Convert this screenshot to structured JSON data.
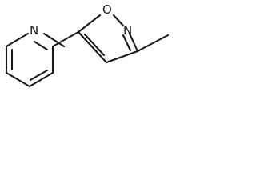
{
  "molecule": {
    "atoms": {
      "isoxazole_oxygen": "O",
      "isoxazole_nitrogen": "N",
      "pyridine_nitrogen": "N"
    }
  }
}
